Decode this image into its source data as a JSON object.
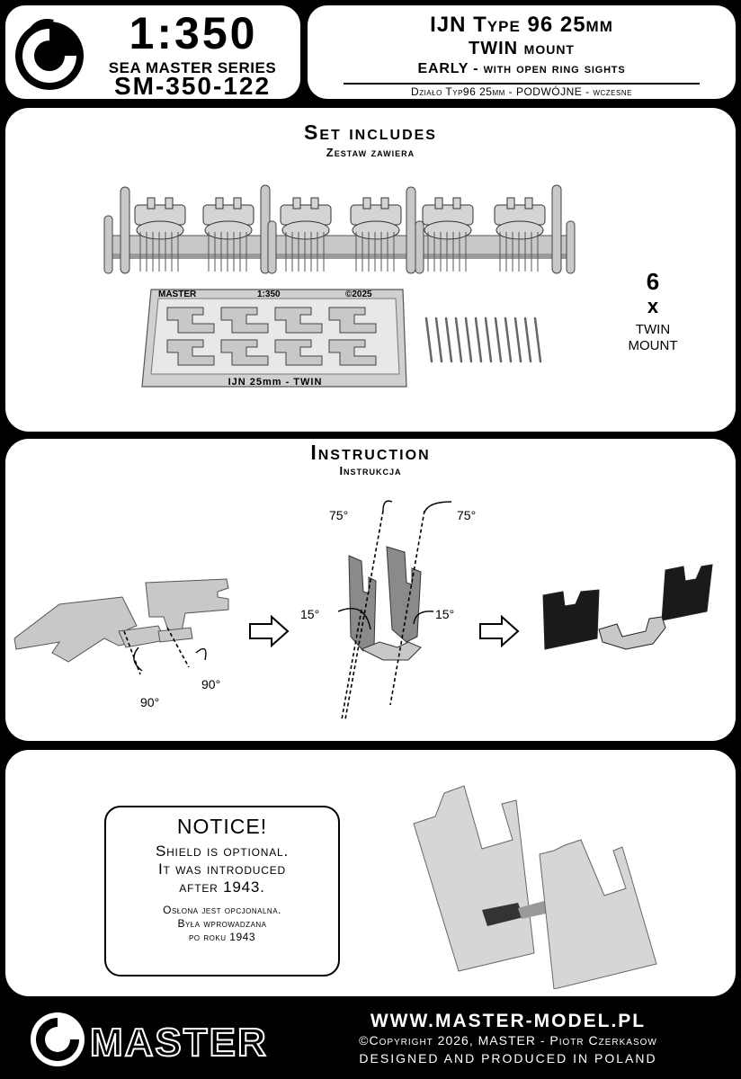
{
  "header": {
    "scale": "1:350",
    "series": "SEA MASTER SERIES",
    "code": "SM-350-122",
    "title_line1": "IJN Type 96 25mm",
    "title_line2": "TWIN mount",
    "title_line3": "EARLY - with open ring sights",
    "title_pl": "Działo Typ96 25mm - PODWÓJNE - wczesne"
  },
  "set_includes": {
    "title": "Set includes",
    "subtitle": "Zestaw zawiera",
    "quantity": "6",
    "multiplier": "x",
    "quantity_label_line1": "TWIN",
    "quantity_label_line2": "MOUNT",
    "fret_brand": "MASTER",
    "fret_scale": "1:350",
    "fret_year": "©2025",
    "fret_label": "IJN 25mm - TWIN"
  },
  "instruction": {
    "title": "Instruction",
    "subtitle": "Instrukcja",
    "angle_90a": "90°",
    "angle_90b": "90°",
    "angle_75a": "75°",
    "angle_75b": "75°",
    "angle_15a": "15°",
    "angle_15b": "15°"
  },
  "notice": {
    "title": "NOTICE!",
    "en_line1": "Shield is optional.",
    "en_line2": "It was introduced",
    "en_line3": "after 1943.",
    "pl_line1": "Osłona jest opcjonalna.",
    "pl_line2": "Była wprowadzana",
    "pl_line3": "po roku 1943"
  },
  "footer": {
    "brand": "MASTER",
    "url": "WWW.MASTER-MODEL.PL",
    "copyright": "©Copyright 2026, MASTER - Piotr Czerkasow",
    "made": "DESIGNED AND PRODUCED IN POLAND"
  },
  "colors": {
    "background": "#000000",
    "panel": "#ffffff",
    "part_grey": "#c8c8c8",
    "part_dark": "#8a8a8a",
    "part_black": "#1a1a1a"
  }
}
